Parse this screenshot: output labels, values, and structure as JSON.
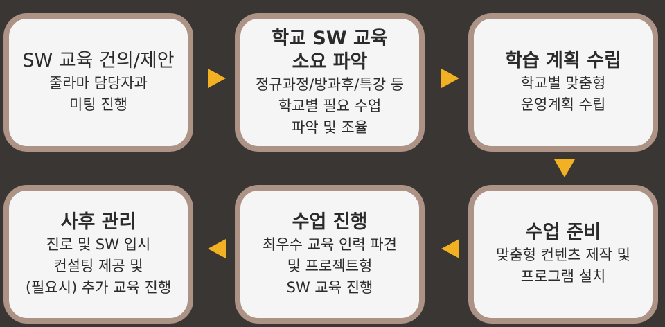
{
  "steps": [
    {
      "title": "SW 교육 건의/제안",
      "desc": "줄라마 담당자과\n미팅 진행"
    },
    {
      "title": "학교 SW 교육\n소요 파악",
      "desc": "정규과정/방과후/특강 등\n학교별 필요 수업\n파악 및 조율"
    },
    {
      "title": "학습 계획 수립",
      "desc": "학교별 맞춤형\n운영계획 수립"
    },
    {
      "title": "수업 준비",
      "desc": "맞춤형 컨텐츠 제작 및\n프로그램 설치"
    },
    {
      "title": "수업 진행",
      "desc": "최우수 교육 인력 파견\n및 프로젝트형\nSW 교육 진행"
    },
    {
      "title": "사후 관리",
      "desc": "진로 및 SW 입시\n컨설팅 제공 및\n(필요시) 추가 교육 진행"
    }
  ],
  "colors": {
    "background": "#3a3633",
    "box_fill": "#f5f5f5",
    "box_border": "#ad9286",
    "arrow": "#f2b122",
    "text": "#2b2b2b"
  }
}
